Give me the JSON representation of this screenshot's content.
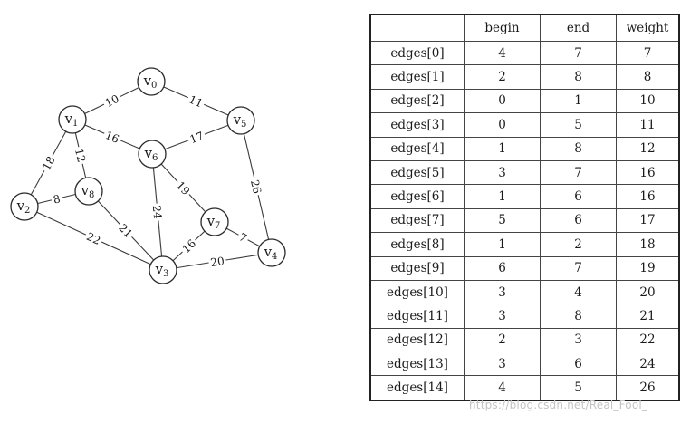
{
  "graph": {
    "vertices": [
      {
        "id": "v0",
        "base": "v",
        "sub": "0"
      },
      {
        "id": "v1",
        "base": "v",
        "sub": "1"
      },
      {
        "id": "v2",
        "base": "v",
        "sub": "2"
      },
      {
        "id": "v3",
        "base": "v",
        "sub": "3"
      },
      {
        "id": "v4",
        "base": "v",
        "sub": "4"
      },
      {
        "id": "v5",
        "base": "v",
        "sub": "5"
      },
      {
        "id": "v6",
        "base": "v",
        "sub": "6"
      },
      {
        "id": "v7",
        "base": "v",
        "sub": "7"
      },
      {
        "id": "v8",
        "base": "v",
        "sub": "8"
      }
    ],
    "edges": [
      {
        "from": "v0",
        "to": "v1",
        "weight": "10"
      },
      {
        "from": "v0",
        "to": "v5",
        "weight": "11"
      },
      {
        "from": "v1",
        "to": "v6",
        "weight": "16"
      },
      {
        "from": "v6",
        "to": "v5",
        "weight": "17"
      },
      {
        "from": "v1",
        "to": "v2",
        "weight": "18"
      },
      {
        "from": "v1",
        "to": "v8",
        "weight": "12"
      },
      {
        "from": "v2",
        "to": "v8",
        "weight": "8"
      },
      {
        "from": "v2",
        "to": "v3",
        "weight": "22"
      },
      {
        "from": "v8",
        "to": "v3",
        "weight": "21"
      },
      {
        "from": "v6",
        "to": "v3",
        "weight": "24"
      },
      {
        "from": "v6",
        "to": "v7",
        "weight": "19"
      },
      {
        "from": "v7",
        "to": "v3",
        "weight": "16"
      },
      {
        "from": "v7",
        "to": "v4",
        "weight": "7"
      },
      {
        "from": "v3",
        "to": "v4",
        "weight": "20"
      },
      {
        "from": "v5",
        "to": "v4",
        "weight": "26"
      }
    ]
  },
  "table": {
    "headers": [
      "",
      "begin",
      "end",
      "weight"
    ],
    "rows": [
      [
        "edges[0]",
        "4",
        "7",
        "7"
      ],
      [
        "edges[1]",
        "2",
        "8",
        "8"
      ],
      [
        "edges[2]",
        "0",
        "1",
        "10"
      ],
      [
        "edges[3]",
        "0",
        "5",
        "11"
      ],
      [
        "edges[4]",
        "1",
        "8",
        "12"
      ],
      [
        "edges[5]",
        "3",
        "7",
        "16"
      ],
      [
        "edges[6]",
        "1",
        "6",
        "16"
      ],
      [
        "edges[7]",
        "5",
        "6",
        "17"
      ],
      [
        "edges[8]",
        "1",
        "2",
        "18"
      ],
      [
        "edges[9]",
        "6",
        "7",
        "19"
      ],
      [
        "edges[10]",
        "3",
        "4",
        "20"
      ],
      [
        "edges[11]",
        "3",
        "8",
        "21"
      ],
      [
        "edges[12]",
        "2",
        "3",
        "22"
      ],
      [
        "edges[13]",
        "3",
        "6",
        "24"
      ],
      [
        "edges[14]",
        "4",
        "5",
        "26"
      ]
    ]
  },
  "watermark": "https://blog.csdn.net/Real_Fool_"
}
